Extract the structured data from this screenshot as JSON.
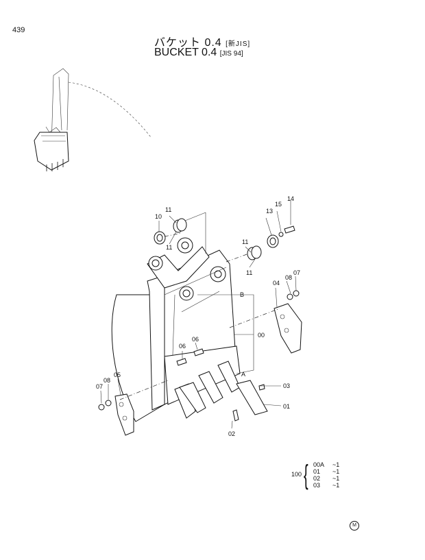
{
  "page_number": "439",
  "title": {
    "jp_main": "バケット 0.4",
    "jp_tag": "[新JIS]",
    "en_main": "BUCKET 0.4",
    "en_tag": "[JIS 94]"
  },
  "callouts": {
    "c00": "00",
    "c01": "01",
    "c02": "02",
    "c03": "03",
    "c04": "04",
    "c05": "05",
    "c06a": "06",
    "c06b": "06",
    "c07a": "07",
    "c07b": "07",
    "c08a": "08",
    "c08b": "08",
    "c10": "10",
    "c11a": "11",
    "c11b": "11",
    "c11c": "11",
    "c11d": "11",
    "c13": "13",
    "c14": "14",
    "c15": "15",
    "ref_a": "A",
    "ref_b": "B"
  },
  "kit": {
    "number": "100",
    "items": [
      {
        "code": "00A",
        "qty": "~1"
      },
      {
        "code": "01",
        "qty": "~1"
      },
      {
        "code": "02",
        "qty": "~1"
      },
      {
        "code": "03",
        "qty": "~1"
      }
    ]
  },
  "mark": "M"
}
